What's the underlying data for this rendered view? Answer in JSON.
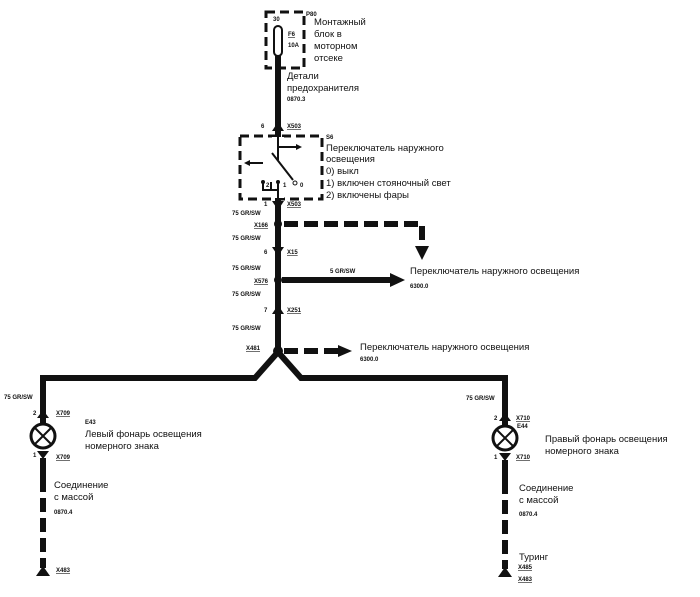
{
  "fuse_box": {
    "id": "P80",
    "pin": "30",
    "fuse": "F6",
    "rating": "10A",
    "label": [
      "Монтажный",
      "блок в",
      "моторном",
      "отсеке"
    ]
  },
  "fuse_details": {
    "label": [
      "Детали",
      "предохранителя"
    ],
    "ref": "0870.3"
  },
  "switch": {
    "id": "S6",
    "pin_top": "6",
    "conn_top": "X503",
    "pin_bottom": "1",
    "conn_bottom": "X503",
    "positions": [
      "2",
      "1",
      "0"
    ],
    "label": [
      "Переключатель наружного",
      "освещения",
      "0) выкл",
      "1) включен стояночный свет",
      "2) включены фары"
    ]
  },
  "wire_color": "75 GR/SW",
  "splices": {
    "x166": "X166",
    "x15": "X15",
    "x15_pin": "6",
    "x576": "X576",
    "x251": "X251",
    "x251_pin": "7",
    "x481": "X481"
  },
  "branch_wire": "5 GR/SW",
  "ext_switch_1": {
    "label": "Переключатель наружного освещения",
    "ref": "6300.0"
  },
  "ext_switch_2": {
    "label": "Переключатель наружного освещения",
    "ref": "6300.0"
  },
  "left_lamp": {
    "id": "E43",
    "pin_top": "2",
    "pin_bottom": "1",
    "conn": "X709",
    "label": [
      "Левый фонарь освещения",
      "номерного знака"
    ],
    "ground": [
      "Соединение",
      "с массой"
    ],
    "ground_ref": "0870.4",
    "ground_conn": "X483"
  },
  "right_lamp": {
    "id": "E44",
    "pin_top": "2",
    "pin_bottom": "1",
    "conn": "X710",
    "label": [
      "Правый фонарь освещения",
      "номерного знака"
    ],
    "ground": [
      "Соединение",
      "с массой"
    ],
    "ground_ref": "0870.4",
    "touring": "Туринг",
    "ground_conn_1": "X485",
    "ground_conn_2": "X483"
  }
}
